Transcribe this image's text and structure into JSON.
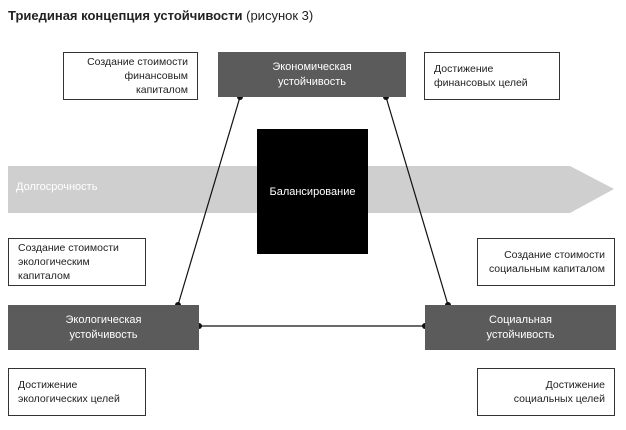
{
  "title": {
    "bold": "Триединая концепция устойчивости",
    "normal": "(рисунок 3)"
  },
  "arrow_label": "Долгосрочность",
  "center_box": "Балансирование",
  "economic_box": [
    "Экономическая",
    "устойчивость"
  ],
  "ecological_box": [
    "Экологическая",
    "устойчивость"
  ],
  "social_box": [
    "Социальная",
    "устойчивость"
  ],
  "notes": {
    "top_left": [
      "Создание стоимости",
      "финансовым капиталом"
    ],
    "top_right": [
      "Достижение",
      "финансовых целей"
    ],
    "mid_left": [
      "Создание стоимости",
      "экологическим капиталом"
    ],
    "mid_right": [
      "Создание стоимости",
      "социальным капиталом"
    ],
    "bottom_left": [
      "Достижение",
      "экологических целей"
    ],
    "bottom_right": [
      "Достижение",
      "социальных целей"
    ]
  },
  "colors": {
    "arrow": "#cfcfcf",
    "dark_box": "#5b5b5b",
    "center_box": "#000000",
    "outline": "#333333"
  }
}
